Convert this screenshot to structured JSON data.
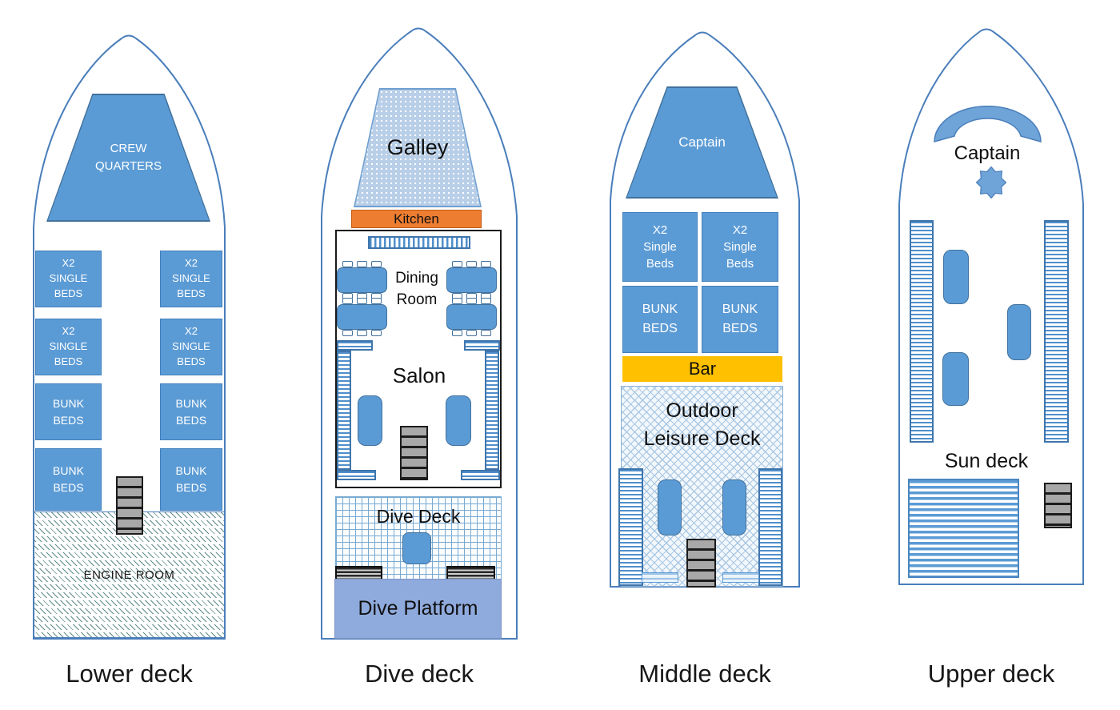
{
  "decks": {
    "lower": {
      "label": "Lower deck",
      "crew_quarters": "CREW\nQUARTERS",
      "cabins": [
        "X2\nSINGLE\nBEDS",
        "X2\nSINGLE\nBEDS",
        "BUNK\nBEDS",
        "BUNK\nBEDS"
      ],
      "engine_room": "ENGINE ROOM"
    },
    "dive": {
      "label": "Dive deck",
      "galley": "Galley",
      "kitchen": "Kitchen",
      "dining_room": "Dining\nRoom",
      "salon": "Salon",
      "dive_deck": "Dive Deck",
      "dive_platform": "Dive Platform"
    },
    "middle": {
      "label": "Middle deck",
      "captain": "Captain",
      "single_beds": "X2\nSingle\nBeds",
      "bunk_beds": "BUNK\nBEDS",
      "bar": "Bar",
      "leisure_deck": "Outdoor\nLeisure Deck"
    },
    "upper": {
      "label": "Upper deck",
      "captain": "Captain",
      "sun_deck": "Sun deck"
    }
  },
  "colors": {
    "room_blue": "#5b9bd5",
    "room_border": "#41719c",
    "hull_stroke": "#4a7ebb",
    "kitchen_orange": "#ed7d31",
    "bar_yellow": "#ffc000",
    "dive_platform_blue": "#8faadc",
    "stairs_gray": "#a6a6a6",
    "engine_hatch": "#5d8a8a"
  }
}
